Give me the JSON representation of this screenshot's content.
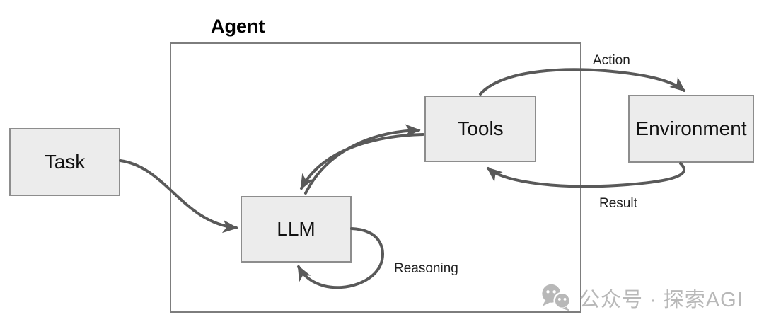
{
  "diagram": {
    "title": "Agent",
    "nodes": [
      {
        "id": "task",
        "label": "Task"
      },
      {
        "id": "llm",
        "label": "LLM"
      },
      {
        "id": "tools",
        "label": "Tools"
      },
      {
        "id": "environment",
        "label": "Environment"
      }
    ],
    "edges": [
      {
        "from": "Task",
        "to": "LLM",
        "label": ""
      },
      {
        "from": "LLM",
        "to": "Tools",
        "label": ""
      },
      {
        "from": "Tools",
        "to": "LLM",
        "label": ""
      },
      {
        "from": "Tools",
        "to": "Environment",
        "label": "Action"
      },
      {
        "from": "Environment",
        "to": "Tools",
        "label": "Result"
      },
      {
        "from": "LLM",
        "to": "LLM",
        "label": "Reasoning"
      }
    ],
    "colors": {
      "node_fill": "#ececec",
      "node_border": "#8d8d8d",
      "container_border": "#7d7d7d",
      "arrow": "#595959",
      "label_text": "#1f1f1f",
      "watermark": "#b8b8b8"
    }
  },
  "watermark": {
    "icon": "wechat-icon",
    "text": "公众号 · 探索AGI"
  }
}
